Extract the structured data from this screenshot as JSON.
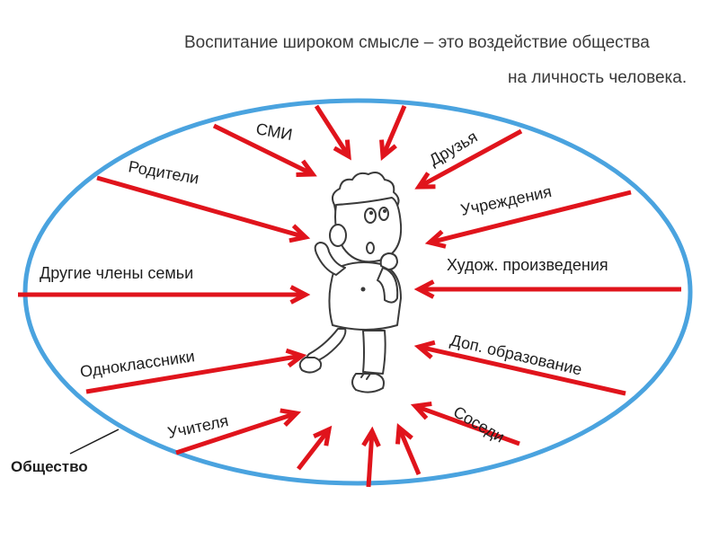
{
  "title": {
    "line1": "Воспитание широком смысле – это воздействие общества",
    "line2": "на личность человека."
  },
  "society_label": "Общество",
  "influences": {
    "smi": "СМИ",
    "parents": "Родители",
    "friends": "Друзья",
    "institutions": "Учреждения",
    "family": "Другие члены семьи",
    "art": "Худож. произведения",
    "classmates": "Одноклассники",
    "extra_education": "Доп. образование",
    "teachers": "Учителя",
    "neighbors": "Соседи"
  },
  "colors": {
    "ellipse": "#4aa3df",
    "arrows": "#e0141c"
  }
}
